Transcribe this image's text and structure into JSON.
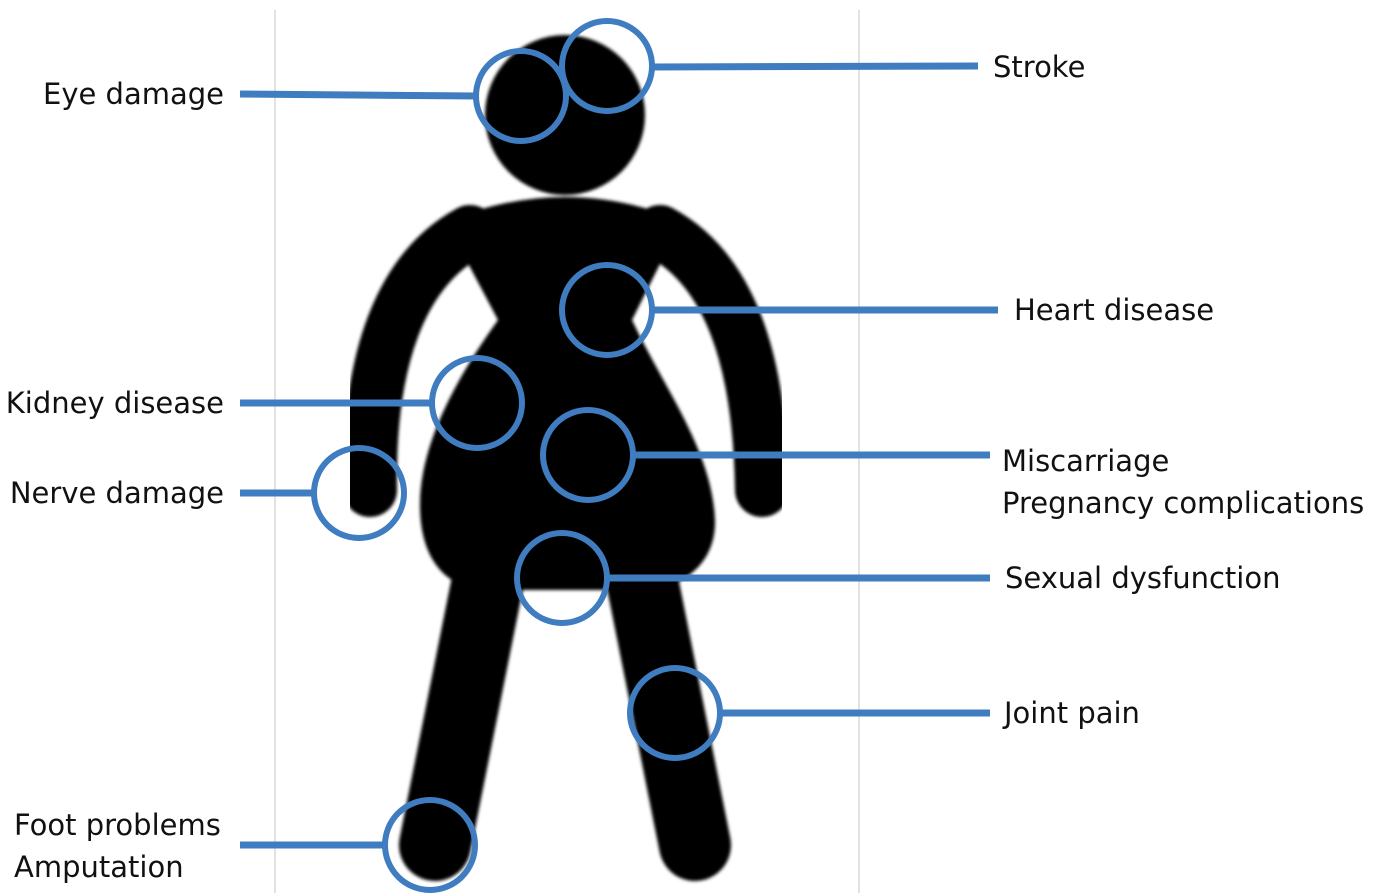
{
  "diagram": {
    "colors": {
      "figure": "#000000",
      "callout": "#3f7cc0",
      "guide": "#d9d9d9",
      "background": "#ffffff"
    },
    "labels": {
      "eye_damage": [
        "Eye damage"
      ],
      "stroke": [
        "Stroke"
      ],
      "heart_disease": [
        "Heart disease"
      ],
      "kidney_disease": [
        "Kidney disease"
      ],
      "nerve_damage": [
        "Nerve damage"
      ],
      "miscarriage": [
        "Miscarriage",
        "Pregnancy complications"
      ],
      "sexual_dysfunction": [
        "Sexual dysfunction"
      ],
      "joint_pain": [
        "Joint pain"
      ],
      "foot_problems": [
        "Foot problems",
        "Amputation"
      ]
    }
  }
}
